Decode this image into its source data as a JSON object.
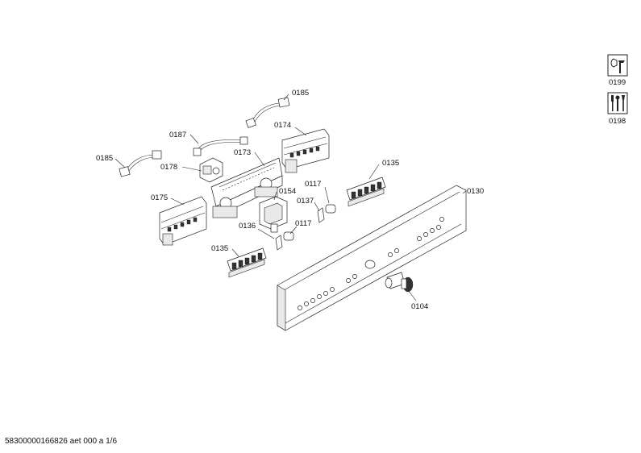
{
  "labels": {
    "p0185a": "0185",
    "p0185b": "0185",
    "p0187": "0187",
    "p0174": "0174",
    "p0173": "0173",
    "p0178": "0178",
    "p0175": "0175",
    "p0154": "0154",
    "p0117a": "0117",
    "p0117b": "0117",
    "p0137": "0137",
    "p0136": "0136",
    "p0135a": "0135",
    "p0135b": "0135",
    "p0130": "0130",
    "p0104": "0104"
  },
  "side_icons": [
    {
      "label": "0199",
      "icon": "wrench-icon"
    },
    {
      "label": "0198",
      "icon": "tools-icon"
    }
  ],
  "footer": "58300000166826 aet 000 a 1/6"
}
